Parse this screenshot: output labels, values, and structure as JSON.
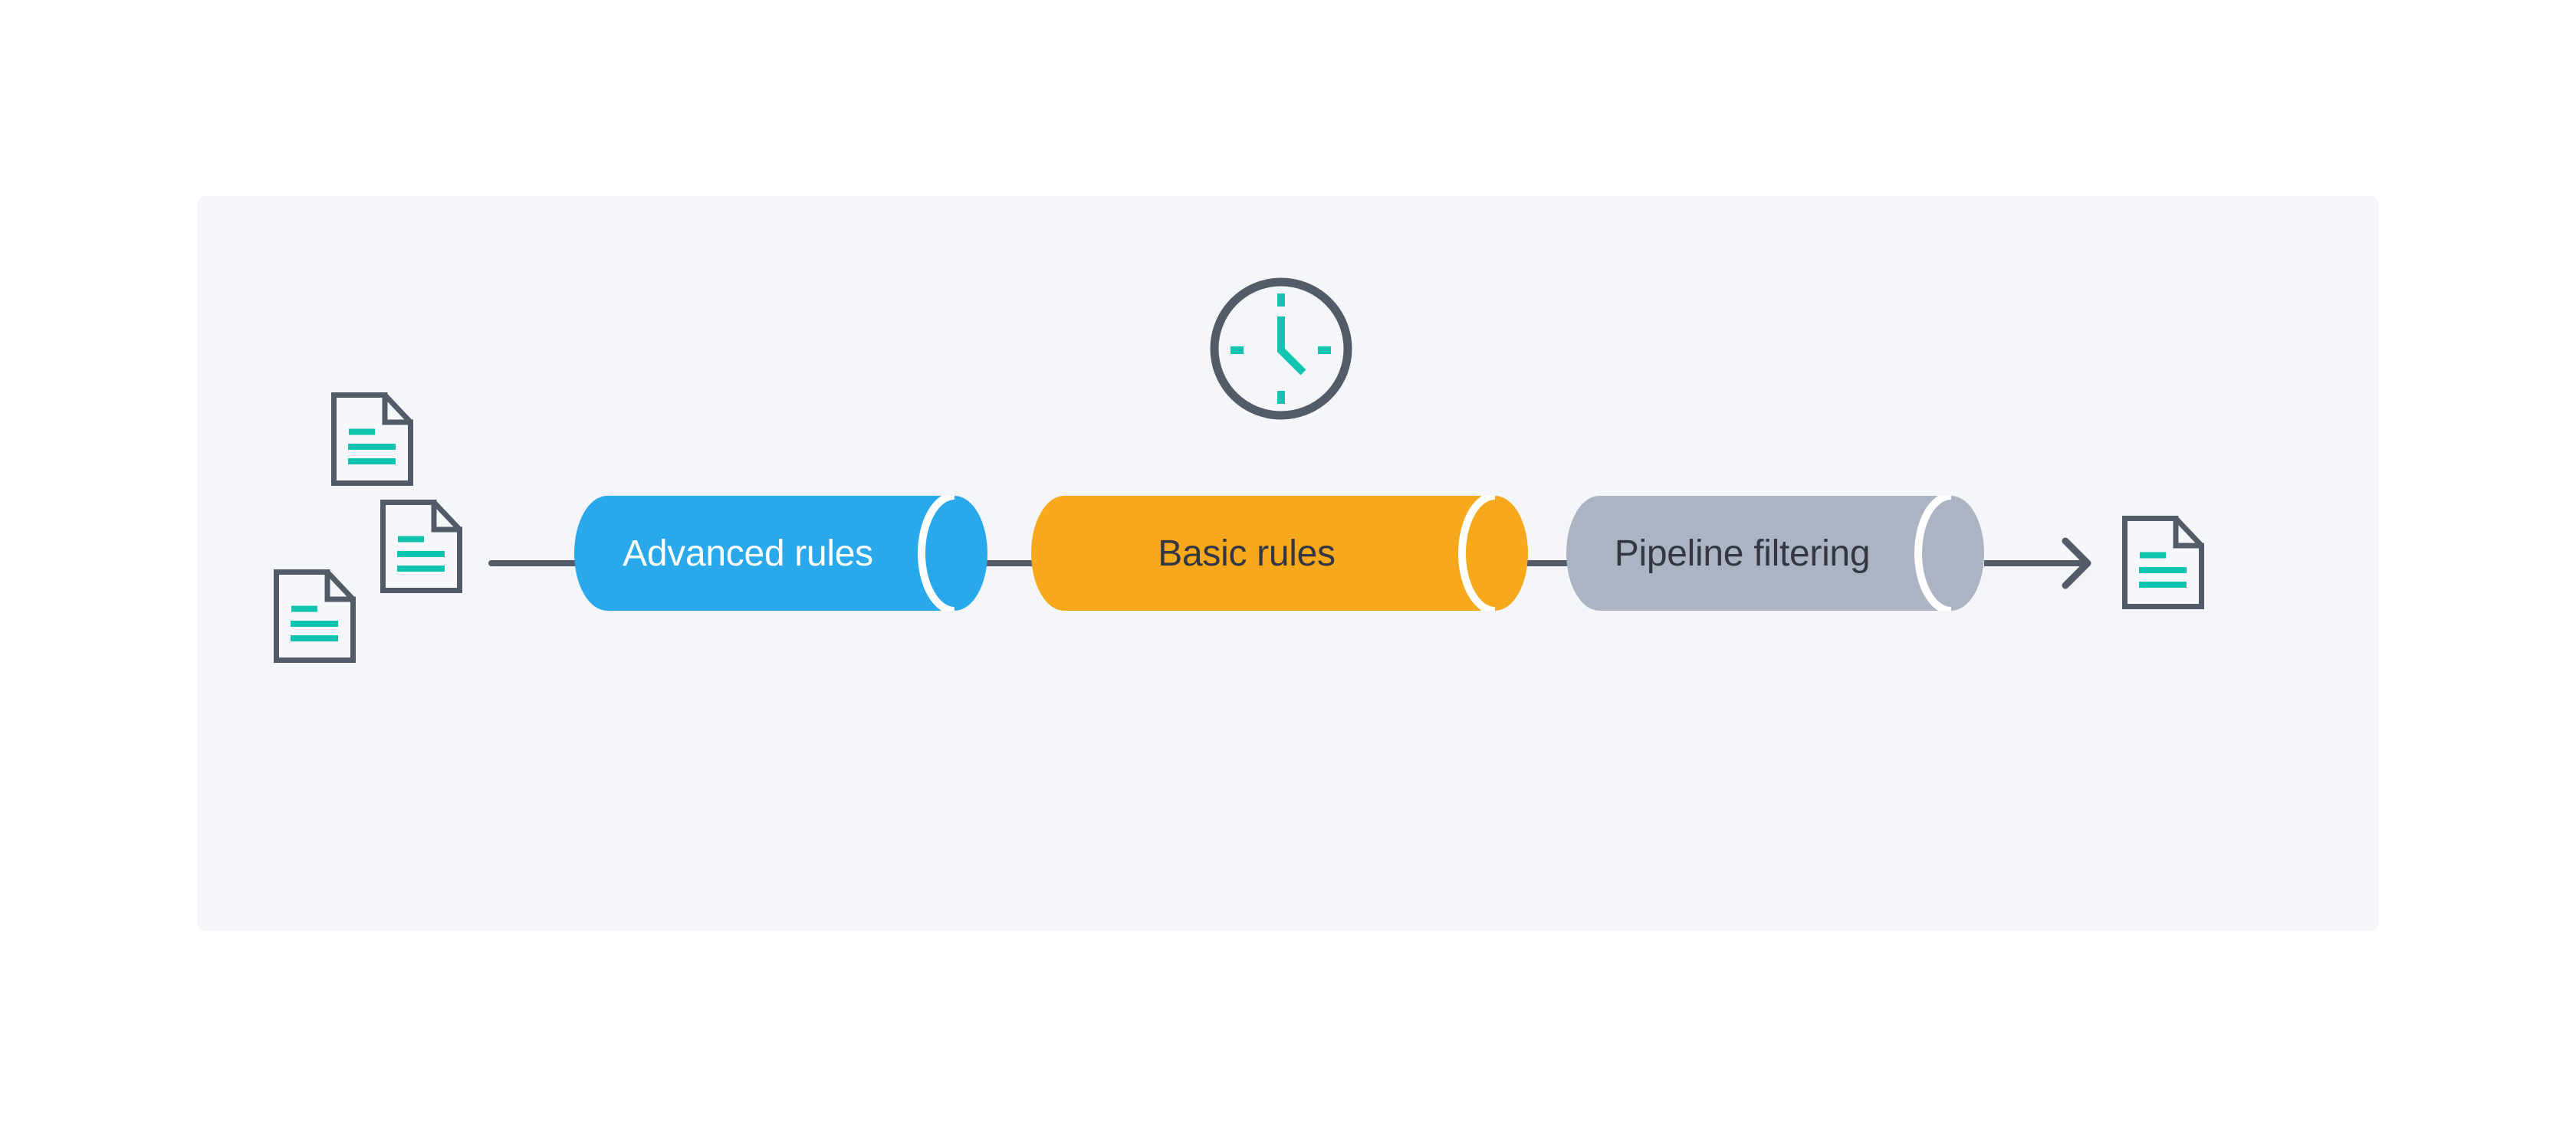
{
  "panel": {
    "bg": "#F4F6F9"
  },
  "stages": [
    {
      "label": "Advanced rules",
      "fill": "#29A9EC",
      "text_color": "#FFFFFF"
    },
    {
      "label": "Basic rules",
      "fill": "#F8A81B",
      "text_color": "#343741"
    },
    {
      "label": "Pipeline filtering",
      "fill": "#ACB4C4",
      "text_color": "#343741"
    }
  ],
  "icons": {
    "clock": "clock-icon",
    "document": "document-icon",
    "arrow": "arrow-right-icon",
    "input_document_count": 3,
    "output_document_count": 1
  },
  "colors": {
    "outline": "#535B68",
    "teal": "#11C3B1",
    "connector": "#535B68",
    "cap_gap": "#FFFFFF",
    "page_bg": "#FFFFFF",
    "panel_bg": "#F4F6F9",
    "doc_fill": "#F6F8FB"
  }
}
